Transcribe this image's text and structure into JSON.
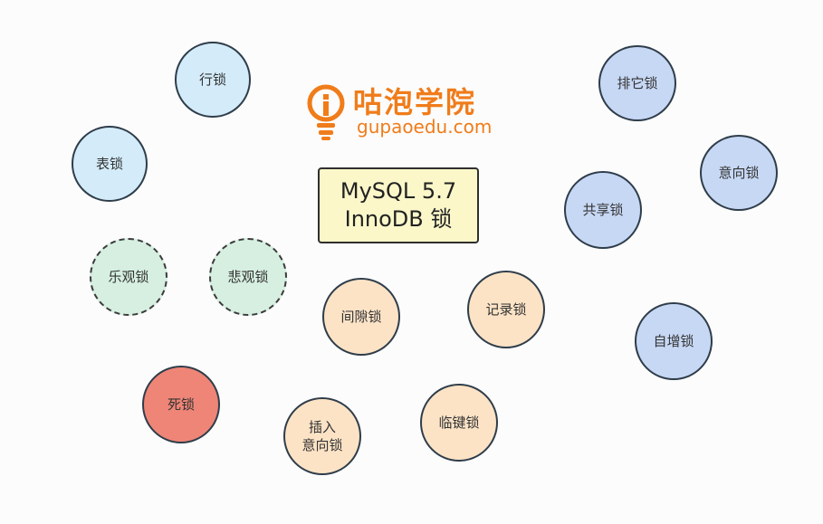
{
  "logo": {
    "name_cn": "咕泡学院",
    "domain": "gupaoedu.com",
    "brand_color": "#f07c1a"
  },
  "title": {
    "line1": "MySQL 5.7",
    "line2": "InnoDB 锁"
  },
  "nodes": {
    "row_lock": "行锁",
    "table_lock": "表锁",
    "optimistic_lock": "乐观锁",
    "pessimistic_lock": "悲观锁",
    "deadlock": "死锁",
    "gap_lock": "间隙锁",
    "record_lock": "记录锁",
    "insert_intention_lock_line1": "插入",
    "insert_intention_lock_line2": "意向锁",
    "next_key_lock": "临键锁",
    "exclusive_lock": "排它锁",
    "intention_lock": "意向锁",
    "shared_lock": "共享锁",
    "auto_inc_lock": "自增锁"
  },
  "colors": {
    "light_blue": "#d4ecfa",
    "blue": "#c7d8f5",
    "green": "#d6efe1",
    "orange": "#fce3c6",
    "red": "#ef8577",
    "title_box": "#fbf7c9"
  }
}
